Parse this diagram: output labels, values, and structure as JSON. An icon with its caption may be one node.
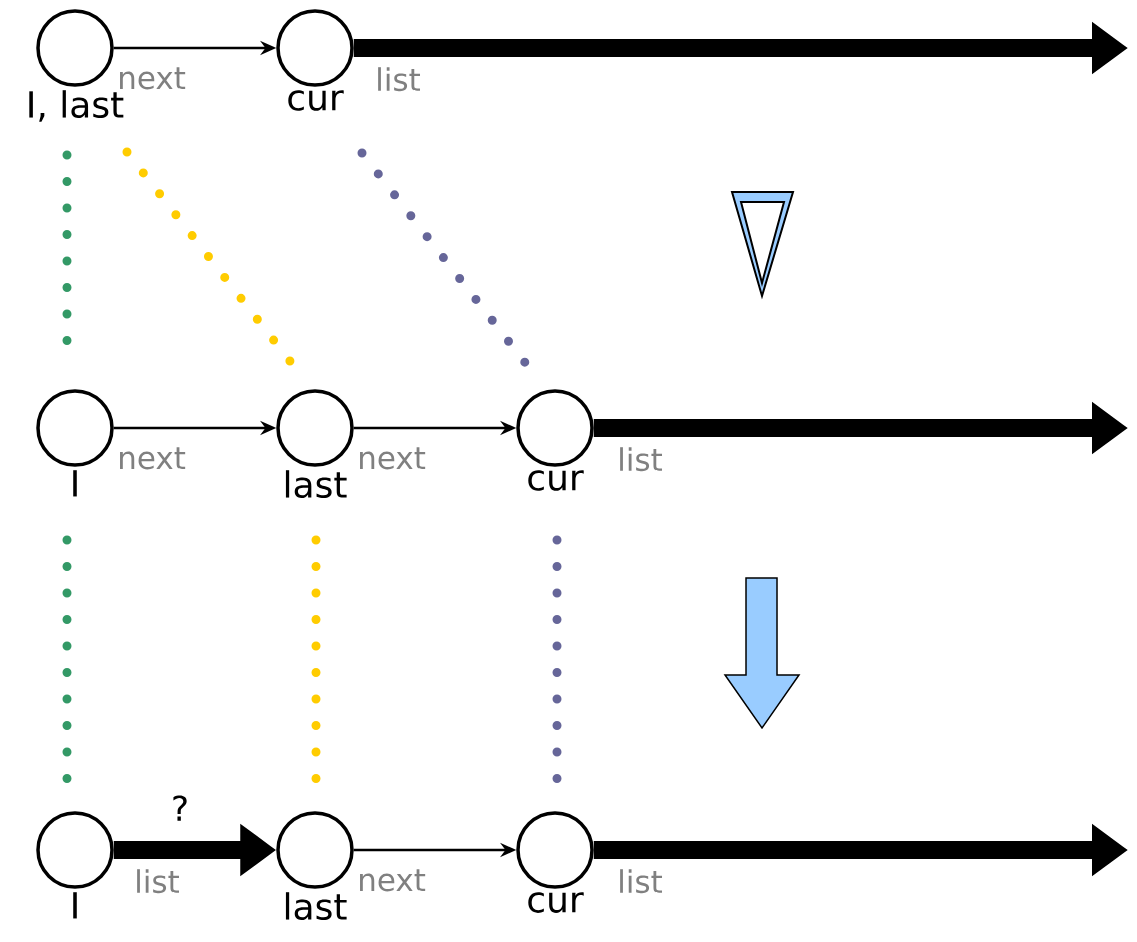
{
  "diagram": {
    "nodes": [
      {
        "text": [],
        "shape": "circle",
        "beside": [
          "I, last"
        ]
      },
      {
        "text": [],
        "shape": "circle",
        "beside": [
          "cur"
        ]
      },
      {
        "text": [],
        "shape": "circle",
        "beside": [
          "I"
        ]
      },
      {
        "text": [],
        "shape": "circle",
        "beside": [
          "last"
        ]
      },
      {
        "text": [],
        "shape": "circle",
        "beside": [
          "cur"
        ]
      },
      {
        "text": [],
        "shape": "circle",
        "beside": [
          "I"
        ]
      },
      {
        "text": [],
        "shape": "circle",
        "beside": [
          "last"
        ]
      },
      {
        "text": [],
        "shape": "circle",
        "beside": [
          "cur"
        ]
      }
    ],
    "edges": [
      {
        "from": 0,
        "to": 1,
        "arrow": "to",
        "label": "next"
      },
      {
        "from": 1,
        "to": null,
        "arrow": "to",
        "label": "list",
        "style": "thick"
      },
      {
        "from": 0,
        "to": 2,
        "arrow": "none",
        "style": "dashed",
        "color": "#339966"
      },
      {
        "from": 0,
        "to": 3,
        "arrow": "none",
        "style": "dashed",
        "color": "#ffcc00"
      },
      {
        "from": 1,
        "to": 4,
        "arrow": "none",
        "style": "dashed",
        "color": "#666699"
      },
      {
        "from": 2,
        "to": 3,
        "arrow": "to",
        "label": "next"
      },
      {
        "from": 3,
        "to": 4,
        "arrow": "to",
        "label": "next"
      },
      {
        "from": 4,
        "to": null,
        "arrow": "to",
        "label": "list",
        "style": "thick"
      },
      {
        "from": 2,
        "to": 5,
        "arrow": "none",
        "style": "dashed",
        "color": "#339966"
      },
      {
        "from": 3,
        "to": 6,
        "arrow": "none",
        "style": "dashed",
        "color": "#ffcc00"
      },
      {
        "from": 4,
        "to": 7,
        "arrow": "none",
        "style": "dashed",
        "color": "#666699"
      },
      {
        "from": 5,
        "to": 6,
        "arrow": "to",
        "label": "list",
        "style": "thick"
      },
      {
        "from": 6,
        "to": 7,
        "arrow": "to",
        "label": "next"
      },
      {
        "from": 7,
        "to": null,
        "arrow": "to",
        "label": "list",
        "style": "thick"
      }
    ],
    "labels": [
      "?"
    ]
  }
}
